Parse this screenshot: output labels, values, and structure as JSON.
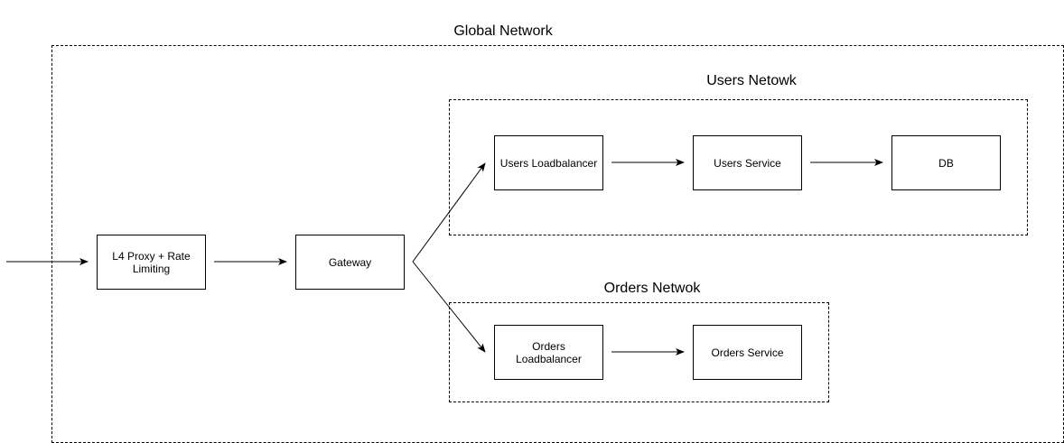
{
  "groups": {
    "global": {
      "label": "Global Network"
    },
    "users": {
      "label": "Users Netowk"
    },
    "orders": {
      "label": "Orders Netwok"
    }
  },
  "nodes": {
    "l4_proxy": {
      "label": "L4 Proxy + Rate Limiting"
    },
    "gateway": {
      "label": "Gateway"
    },
    "users_lb": {
      "label": "Users Loadbalancer"
    },
    "users_service": {
      "label": "Users Service"
    },
    "db": {
      "label": "DB"
    },
    "orders_lb": {
      "label": "Orders Loadbalancer"
    },
    "orders_service": {
      "label": "Orders Service"
    }
  },
  "edges": [
    {
      "from": "external",
      "to": "l4_proxy"
    },
    {
      "from": "l4_proxy",
      "to": "gateway"
    },
    {
      "from": "gateway",
      "to": "users_lb"
    },
    {
      "from": "gateway",
      "to": "orders_lb"
    },
    {
      "from": "users_lb",
      "to": "users_service"
    },
    {
      "from": "users_service",
      "to": "db"
    },
    {
      "from": "orders_lb",
      "to": "orders_service"
    }
  ]
}
